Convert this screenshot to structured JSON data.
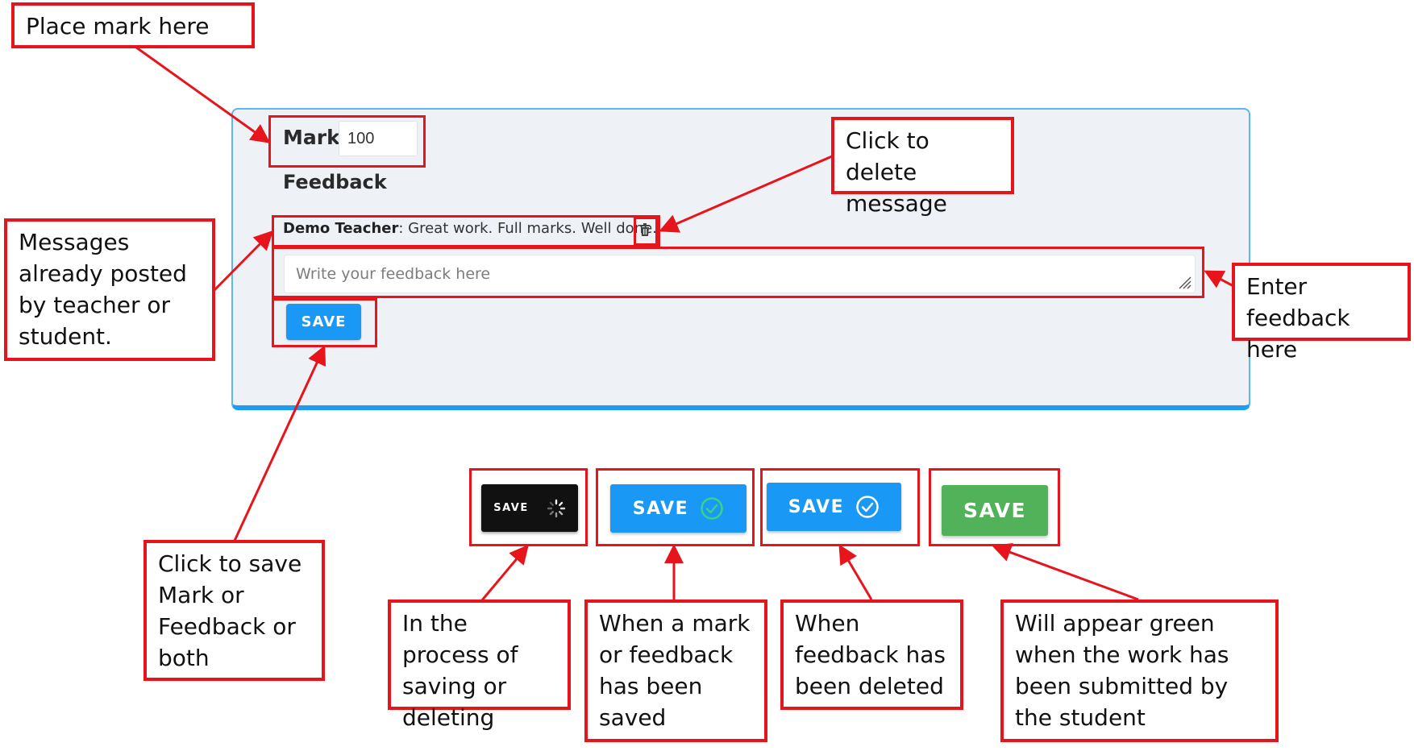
{
  "panel": {
    "mark_label": "Mark",
    "mark_value": "100",
    "feedback_label": "Feedback",
    "message": {
      "author": "Demo Teacher",
      "separator": ":",
      "text": " Great work. Full marks. Well done."
    },
    "feedback_placeholder": "Write your feedback here",
    "save_label": "SAVE"
  },
  "states": {
    "saving_label": "SAVE",
    "saved_label": "SAVE",
    "deleted_label": "SAVE",
    "submitted_label": "SAVE"
  },
  "callouts": {
    "place_mark": "Place mark here",
    "delete_message": "Click to delete message",
    "messages_posted": "Messages already posted by teacher or student.",
    "enter_feedback": "Enter feedback here",
    "click_to_save": "Click to save Mark or Feedback or both",
    "saving_process": "In the process of saving or deleting",
    "mark_saved": "When a mark or feedback has been saved",
    "feedback_deleted": "When feedback has been deleted",
    "appear_green": "Will appear green when the work has been submitted by the student"
  },
  "colors": {
    "annotation_red": "#e8141c",
    "panel_background": "#eef1f6",
    "panel_border": "#1e9cf0",
    "save_blue": "#1a98f5",
    "saving_black": "#111111",
    "submitted_green": "#52b25a",
    "check_green": "#3cd18a"
  },
  "icons": {
    "trash": "trash-icon",
    "spinner": "spinner-icon",
    "check_saved": "check-circle-icon",
    "check_deleted": "check-circle-icon",
    "resize": "resize-grip-icon"
  }
}
